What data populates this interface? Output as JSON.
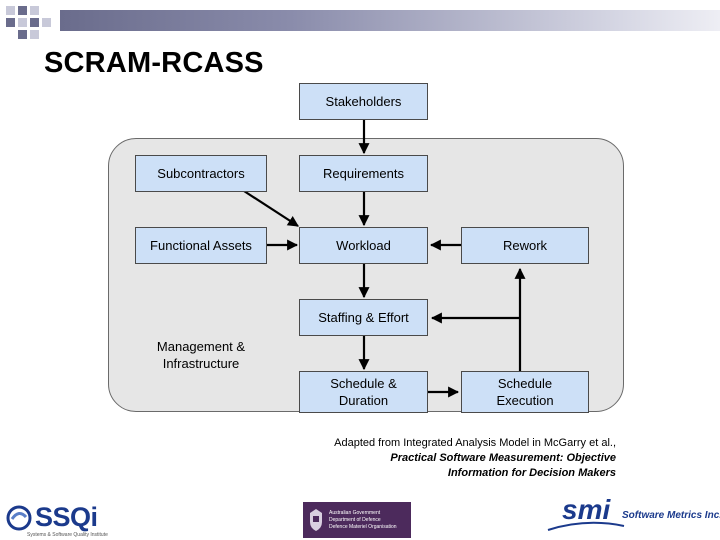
{
  "title": "SCRAM-RCASS",
  "nodes": {
    "stakeholders": "Stakeholders",
    "subcontractors": "Subcontractors",
    "requirements": "Requirements",
    "functional_assets": "Functional Assets",
    "workload": "Workload",
    "rework": "Rework",
    "staffing_effort": "Staffing & Effort",
    "schedule_duration_l1": "Schedule &",
    "schedule_duration_l2": "Duration",
    "schedule_execution_l1": "Schedule",
    "schedule_execution_l2": "Execution"
  },
  "management_label_l1": "Management &",
  "management_label_l2": "Infrastructure",
  "caption": {
    "line1": "Adapted from Integrated Analysis Model in McGarry et al.,",
    "line2": "Practical Software Measurement:  Objective",
    "line3": "Information for Decision Makers"
  },
  "logos": {
    "ssqi": "SSQi",
    "ssqi_sub": "Systems & Software Quality Institute",
    "gov_line1": "Australian Government",
    "gov_line2": "Department of Defence",
    "gov_line3": "Defence Materiel Organisation",
    "smi": "smi",
    "smi_sub": "Software Metrics Inc."
  },
  "colors": {
    "node_fill": "#cde0f7",
    "container_fill": "#e6e6e6",
    "title_bar": "#7e80a0",
    "logo_blue": "#1b3a8c",
    "gov_purple": "#4c2a5c"
  }
}
